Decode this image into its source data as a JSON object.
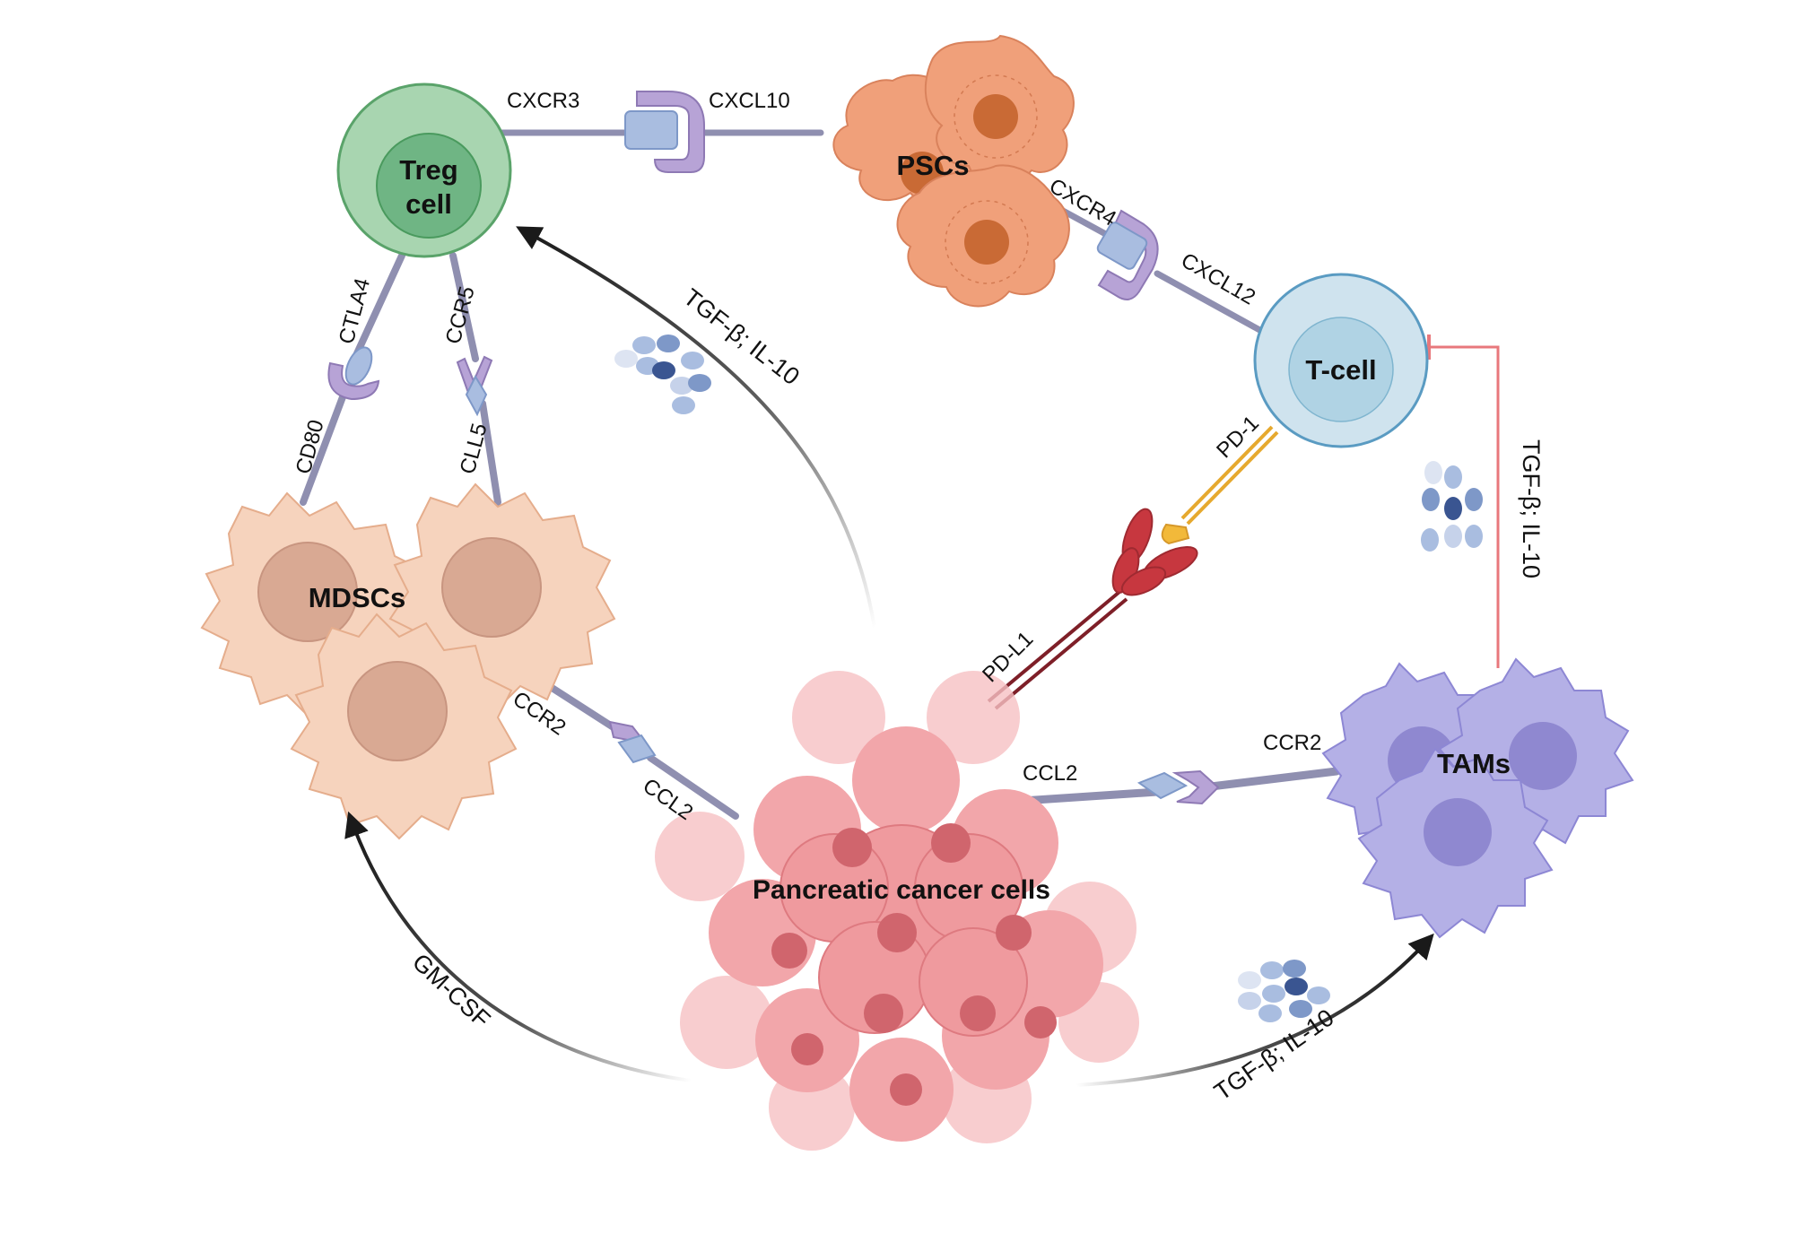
{
  "cells": {
    "treg": {
      "line1": "Treg",
      "line2": "cell"
    },
    "pscs": "PSCs",
    "tcell": "T-cell",
    "mdscs": "MDSCs",
    "tams": "TAMs",
    "cancer": "Pancreatic cancer cells"
  },
  "receptors": {
    "cxcr3": "CXCR3",
    "cxcl10": "CXCL10",
    "cxcr4": "CXCR4",
    "cxcl12": "CXCL12",
    "ctla4": "CTLA4",
    "cd80": "CD80",
    "ccr5": "CCR5",
    "cll5": "CLL5",
    "pd1": "PD-1",
    "pdl1": "PD-L1",
    "ccr2_mdsc": "CCR2",
    "ccl2_mdsc": "CCL2",
    "ccl2_tam": "CCL2",
    "ccr2_tam": "CCR2"
  },
  "arrows": {
    "cancer_to_treg": "TGF-β; IL-10",
    "tam_to_tcell": "TGF-β; IL-10",
    "cancer_to_mdsc": "GM-CSF",
    "cancer_to_tam": "TGF-β; IL-10"
  },
  "colors": {
    "treg": "#a8d5b0",
    "pscs": "#f0a07a",
    "tcell": "#cfe3ee",
    "mdscs": "#f6d3bd",
    "tams": "#b4b0e6",
    "cancer": "#ef9a9e",
    "inhibit": "#e8787c",
    "link": "#8f8fb0"
  }
}
